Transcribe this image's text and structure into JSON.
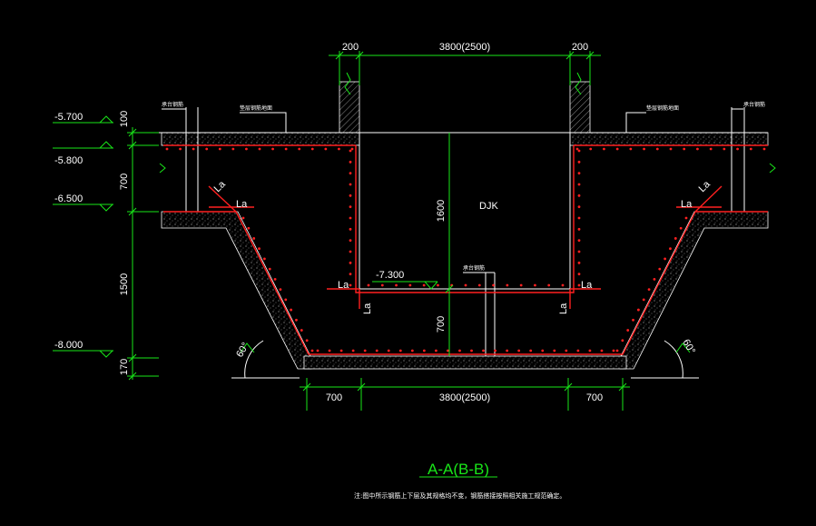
{
  "drawing": {
    "title": "A-A(B-B)",
    "note": "注:图中所示钢筋上下层及其规格均不变，钢筋搭接按照相关施工规范确定。",
    "center_label": "DJK"
  },
  "dimensions": {
    "top": [
      "200",
      "3800(2500)",
      "200"
    ],
    "bottom": [
      "700",
      "3800(2500)",
      "700"
    ],
    "left_vertical": [
      "100",
      "700",
      "1500",
      "170"
    ],
    "center_vertical": [
      "1600",
      "700"
    ]
  },
  "elevations": [
    "-5.700",
    "-5.800",
    "-6.500",
    "-8.000",
    "-7.300"
  ],
  "annotations": {
    "lap_label": "La",
    "angle_label": "60°",
    "rebar_left": "承台钢筋",
    "rebar_right": "承台钢筋",
    "slab_left": "垫层钢筋地面",
    "slab_right": "垫层钢筋地面",
    "rebar_center": "承台钢筋"
  },
  "colors": {
    "dimension": "#19e619",
    "outline": "#ffffff",
    "rebar": "#ff2020",
    "background": "#000000"
  }
}
